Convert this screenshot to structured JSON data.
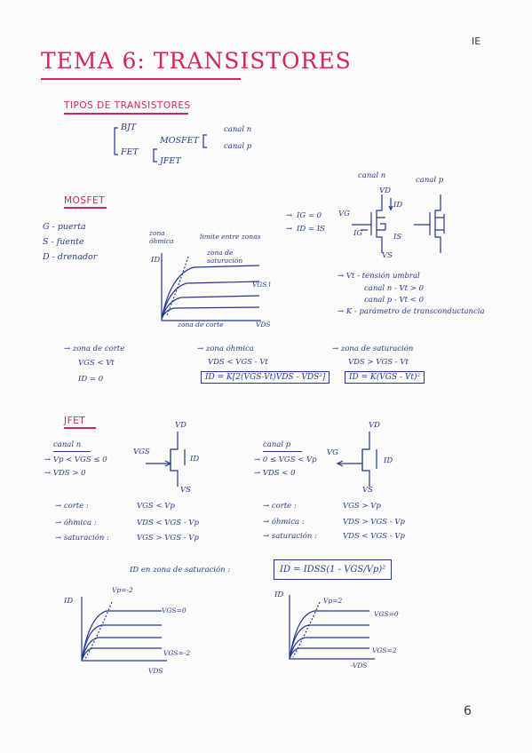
{
  "page": {
    "corner_mark": "IE",
    "page_number": "6",
    "title": "TEMA 6: TRANSISTORES"
  },
  "tipos": {
    "heading": "TIPOS DE TRANSISTORES",
    "bjt": "BJT",
    "fet": "FET",
    "mosfet": "MOSFET",
    "jfet": "JFET",
    "canal_n": "canal n",
    "canal_p": "canal p"
  },
  "mosfet": {
    "heading": "MOSFET",
    "terminals": [
      "G - puerta",
      "S - fuente",
      "D - drenador"
    ],
    "graph": {
      "zona_ohmica": "zona\nóhmica",
      "limite": "limite entre zonas",
      "zona_saturacion": "zona de\nsaturación",
      "zona_corte": "zona de corte",
      "ylabel": "ID",
      "xlabel": "VDS",
      "curve_label": "VGS↑"
    },
    "symbols": {
      "canal_n": "canal n",
      "canal_p": "canal p",
      "vd": "VD",
      "vg": "VG",
      "vs": "VS",
      "id": "ID",
      "ig": "IG",
      "is": "IS"
    },
    "eqs": [
      "IG = 0",
      "ID = IS"
    ],
    "notes": [
      "Vt - tensión umbral",
      "canal n - Vt > 0",
      "canal p - Vt < 0",
      "K - parámetro de transconductancia"
    ],
    "zones": [
      {
        "name": "zona de corte",
        "cond": "VGS < Vt",
        "result": "ID = 0"
      },
      {
        "name": "zona óhmica",
        "cond": "VDS < VGS - Vt",
        "result": "ID = K[2(VGS-Vt)VDS - VDS²]"
      },
      {
        "name": "zona de saturación",
        "cond": "VDS > VGS - Vt",
        "result": "ID = K(VGS - Vt)²"
      }
    ]
  },
  "jfet": {
    "heading": "JFET",
    "canal_n": {
      "label": "canal n",
      "conds": [
        "Vp < VGS ≤ 0",
        "VDS > 0"
      ],
      "zones": [
        {
          "name": "corte :",
          "cond": "VGS < Vp"
        },
        {
          "name": "óhmica :",
          "cond": "VDS < VGS - Vp"
        },
        {
          "name": "saturación :",
          "cond": "VGS > VGS - Vp"
        }
      ]
    },
    "canal_p": {
      "label": "canal p",
      "conds": [
        "0 ≤ VGS < Vp",
        "VDS < 0"
      ],
      "zones": [
        {
          "name": "corte :",
          "cond": "VGS > Vp"
        },
        {
          "name": "óhmica :",
          "cond": "VDS > VGS - Vp"
        },
        {
          "name": "saturación :",
          "cond": "VDS < VGS - Vp"
        }
      ]
    },
    "sym": {
      "vd": "VD",
      "vgs": "VGS",
      "vg": "VG",
      "vs": "VS",
      "id": "ID"
    },
    "saturation_label": "ID en zona de saturación :",
    "saturation_eq": "ID = IDSS(1 - VGS/Vp)²",
    "graph_n": {
      "ylabel": "ID",
      "xlabel": "VDS",
      "vp": "Vp=-2",
      "top": "VGS=0",
      "bottom": "VGS=-2"
    },
    "graph_p": {
      "ylabel": "ID",
      "xlabel": "-VDS",
      "vp": "Vp=2",
      "top": "VGS=0",
      "bottom": "VGS=2"
    }
  }
}
